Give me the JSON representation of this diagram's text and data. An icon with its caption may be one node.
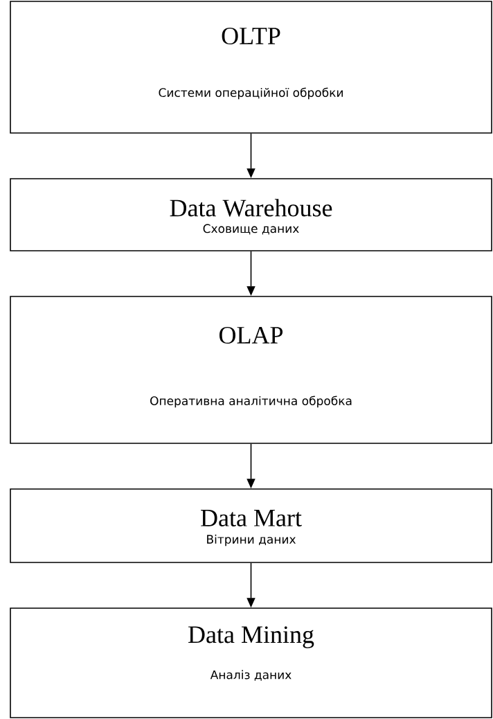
{
  "diagram": {
    "nodes": [
      {
        "text": [
          "OLTP",
          "Системи операційної обробки"
        ]
      },
      {
        "text": [
          "Data Warehouse",
          "Сховище даних"
        ]
      },
      {
        "text": [
          "OLAP",
          "Оперативна аналітична обробка"
        ]
      },
      {
        "text": [
          "Data Mart",
          "Вітрини даних"
        ]
      },
      {
        "text": [
          "Data Mining",
          "Аналіз даних"
        ]
      }
    ],
    "edges": [
      {
        "from": 0,
        "to": 1,
        "arrow": "to"
      },
      {
        "from": 1,
        "to": 2,
        "arrow": "to"
      },
      {
        "from": 2,
        "to": 3,
        "arrow": "to"
      },
      {
        "from": 3,
        "to": 4,
        "arrow": "to"
      }
    ]
  }
}
